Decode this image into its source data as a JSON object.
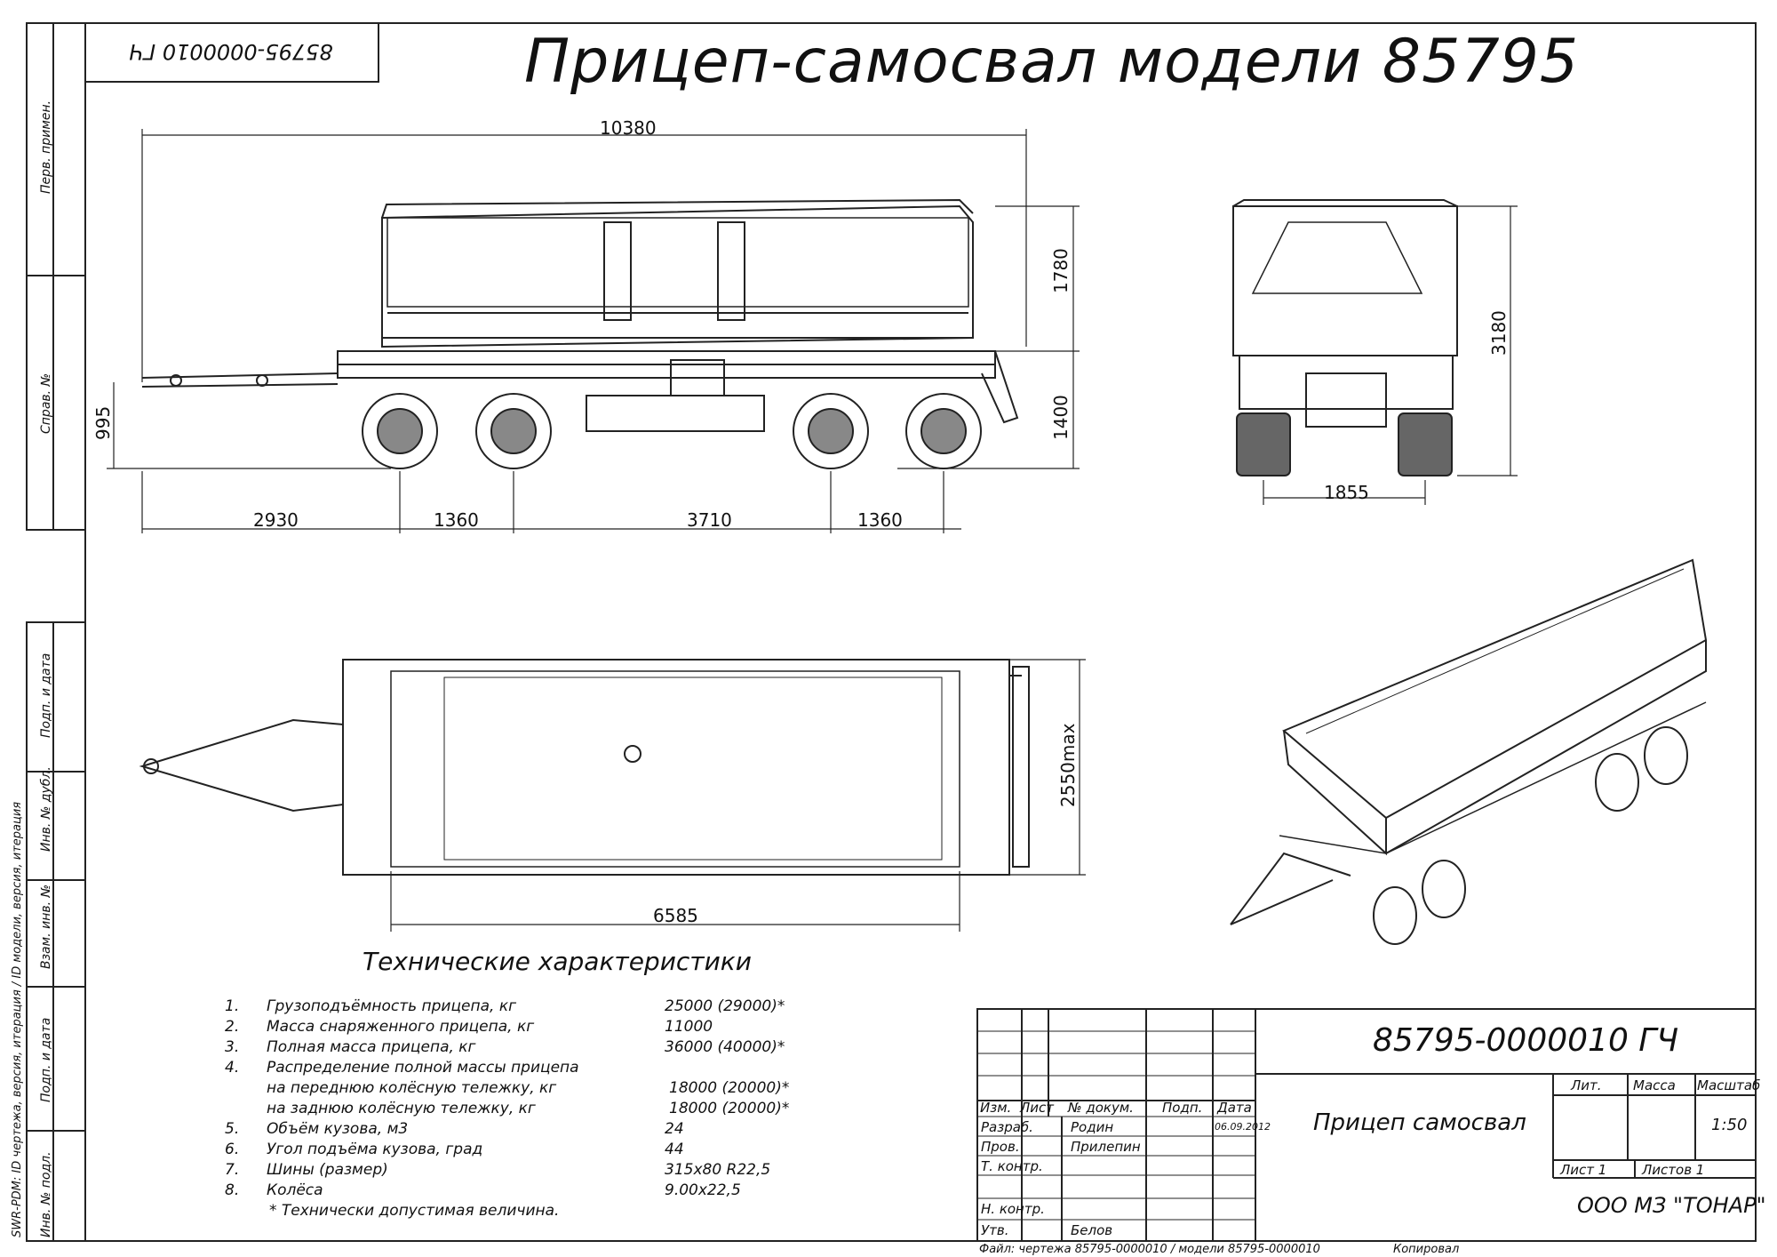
{
  "code_flipped": "85795-0000010 ГЧ",
  "title": "Прицеп-самосвал модели 85795",
  "side_margin": {
    "strip_labels": [
      "Перв. примен.",
      "Справ. №",
      "Подп. и дата",
      "Инв. № дубл.",
      "Взам. инв. №",
      "Подп. и дата",
      "Инв. № подл."
    ],
    "outer_note": "SWR-PDM: ID чертежа, версия, итерация / ID модели, версия, итерация"
  },
  "dimensions": {
    "overall_length": "10380",
    "body_height": "1780",
    "frame_height": "1400",
    "hitch_height": "995",
    "seg1": "2930",
    "seg2": "1360",
    "seg3": "3710",
    "seg4": "1360",
    "total_height": "3180",
    "track": "1855",
    "width": "2550max",
    "body_length": "6585"
  },
  "specs": {
    "heading": "Технические характеристики",
    "rows": [
      {
        "num": "1.",
        "label": "Грузоподъёмность прицепа, кг",
        "value": "25000 (29000)*"
      },
      {
        "num": "2.",
        "label": "Масса снаряженного прицепа, кг",
        "value": "11000"
      },
      {
        "num": "3.",
        "label": "Полная масса прицепа, кг",
        "value": "36000 (40000)*"
      },
      {
        "num": "4.",
        "label": "Распределение полной массы прицепа",
        "value": ""
      },
      {
        "num": "",
        "label": "на переднюю колёсную тележку, кг",
        "value": "18000 (20000)*"
      },
      {
        "num": "",
        "label": "на заднюю колёсную тележку, кг",
        "value": "18000 (20000)*"
      },
      {
        "num": "5.",
        "label": "Объём кузова, м3",
        "value": "24"
      },
      {
        "num": "6.",
        "label": "Угол подъёма кузова, град",
        "value": "44"
      },
      {
        "num": "7.",
        "label": "Шины (размер)",
        "value": "315x80 R22,5"
      },
      {
        "num": "8.",
        "label": "Колёса",
        "value": "9.00x22,5"
      }
    ],
    "footnote": "* Технически допустимая величина."
  },
  "title_block": {
    "doc_code": "85795-0000010 ГЧ",
    "name": "Прицеп самосвал",
    "company": "ООО МЗ \"ТОНАР\"",
    "col_headers": [
      "Изм.",
      "Лист",
      "№ докум.",
      "Подп.",
      "Дата"
    ],
    "roles": [
      "Разраб.",
      "Пров.",
      "Т. контр.",
      "",
      "Н. контр.",
      "Утв."
    ],
    "names": [
      "Родин",
      "Прилепин",
      "",
      "",
      "",
      "Белов"
    ],
    "date": "06.09.2012",
    "lit_label": "Лит.",
    "mass_label": "Масса",
    "scale_label": "Масштаб",
    "scale": "1:50",
    "sheet": "Лист 1",
    "sheets": "Листов 1"
  },
  "footer": {
    "file_info": "Файл: чертежа 85795-0000010 / модели 85795-0000010",
    "copied": "Копировал"
  }
}
